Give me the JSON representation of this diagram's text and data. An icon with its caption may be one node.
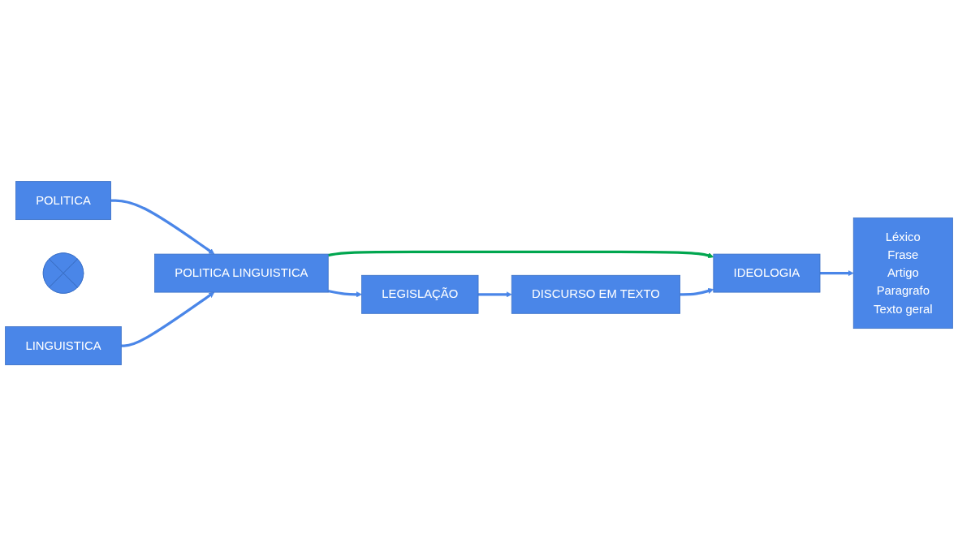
{
  "diagram": {
    "nodes": [
      {
        "text": [
          "POLITICA"
        ]
      },
      {
        "text": [],
        "shape": "cross"
      },
      {
        "text": [
          "LINGUISTICA"
        ]
      },
      {
        "text": [
          "POLITICA LINGUISTICA"
        ]
      },
      {
        "text": [
          "IDEOLOGIA"
        ]
      },
      {
        "text": [
          "Léxico",
          "Frase",
          "Artigo",
          "Paragrafo",
          "Texto geral"
        ]
      },
      {
        "text": [
          "LEGISLAÇÃO"
        ]
      },
      {
        "text": [
          "DISCURSO EM TEXTO"
        ]
      }
    ],
    "edges": [
      {
        "from": 0,
        "to": 3,
        "arrow": "to"
      },
      {
        "from": 2,
        "to": 3,
        "arrow": "to"
      },
      {
        "from": 3,
        "to": 4,
        "arrow": "to",
        "color": "#00a64f"
      },
      {
        "from": 3,
        "to": 6,
        "arrow": "to"
      },
      {
        "from": 6,
        "to": 7,
        "arrow": "to"
      },
      {
        "from": 7,
        "to": 4,
        "arrow": "to"
      },
      {
        "from": 4,
        "to": 5,
        "arrow": "to"
      }
    ]
  }
}
